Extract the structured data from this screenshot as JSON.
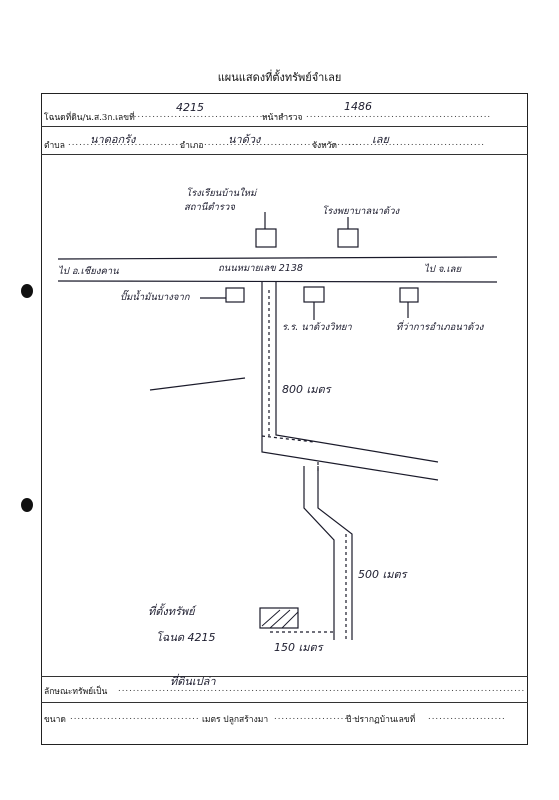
{
  "title": "แผนแสดงที่ตั้งทรัพย์จำเลย",
  "header": {
    "deed_label": "โฉนดที่ดิน/น.ส.3ก.เลขที่",
    "deed_value": "4215",
    "survey_page_label": "หน้าสำรวจ",
    "survey_page_value": "1486",
    "subdistrict_label": "ตำบล",
    "subdistrict_value": "นาดอกรัง",
    "district_label": "อำเภอ",
    "district_value": "นาด้วง",
    "province_label": "จังหวัด",
    "province_value": "เลย"
  },
  "map": {
    "landmark_top_left": "โรงเรียนบ้านใหม่",
    "landmark_top_left_2": "สถานีตำรวจ",
    "landmark_top_right": "โรงพยาบาลนาด้วง",
    "road_left": "ไป อ.เชียงคาน",
    "road_name": "ถนนหมายเลข 2138",
    "road_right": "ไป จ.เลย",
    "gas_station": "ปั๊มน้ำมันบางจาก",
    "school": "ร.ร. นาด้วงวิทยา",
    "district_office": "ที่ว่าการอำเภอนาด้วง",
    "distance_1": "800 เมตร",
    "distance_2": "500 เมตร",
    "property_label": "ที่ตั้งทรัพย์",
    "property_deed": "โฉนด 4215",
    "distance_3": "150 เมตร"
  },
  "footer": {
    "property_type_label": "ลักษณะทรัพย์เป็น",
    "property_type_value": "ที่ดินเปล่า",
    "size_label": "ขนาด",
    "building_label": "เมตร ปลูกสร้างมา",
    "year_label": "ปี ปรากฏบ้านเลขที่"
  }
}
